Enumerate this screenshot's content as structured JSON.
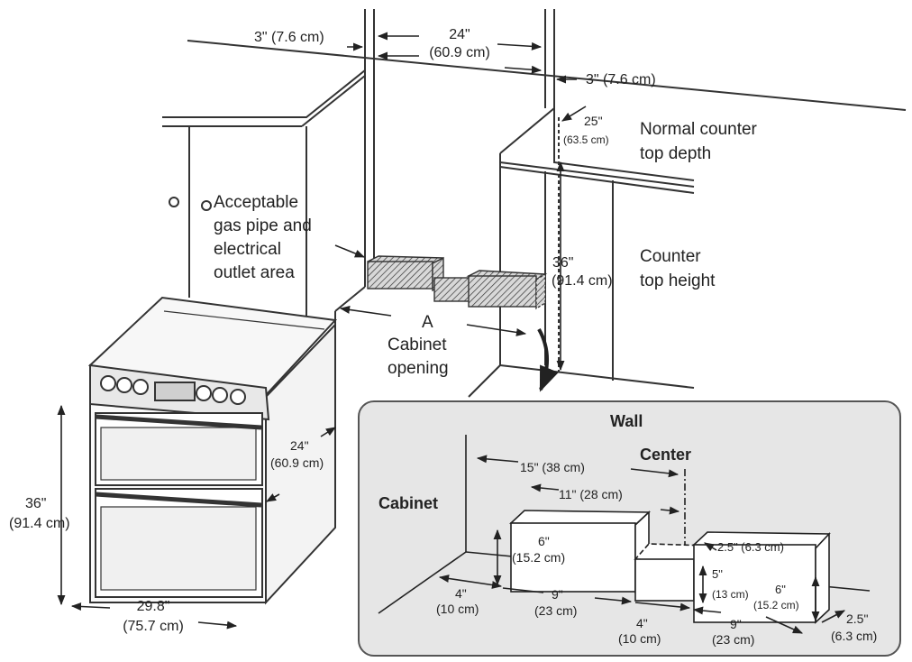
{
  "main": {
    "top_left_gap": "3\" (7.6 cm)",
    "top_width": "24\"",
    "top_width_cm": "(60.9 cm)",
    "top_right_gap": "3\" (7.6 cm)",
    "depth_in": "25\"",
    "depth_cm": "(63.5 cm)",
    "depth_caption_1": "Normal counter",
    "depth_caption_2": "top depth",
    "area_1": "Acceptable",
    "area_2": "gas pipe and",
    "area_3": "electrical",
    "area_4": "outlet area",
    "counter_h_in": "36\"",
    "counter_h_cm": "(91.4 cm)",
    "counter_h_caption_1": "Counter",
    "counter_h_caption_2": "top height",
    "opening_letter": "A",
    "opening_1": "Cabinet",
    "opening_2": "opening",
    "range_depth_in": "24\"",
    "range_depth_cm": "(60.9 cm)",
    "range_h_in": "36\"",
    "range_h_cm": "(91.4 cm)",
    "range_w_in": "29.8\"",
    "range_w_cm": "(75.7 cm)"
  },
  "inset": {
    "wall": "Wall",
    "center": "Center",
    "cabinet": "Cabinet",
    "dim_15": "15\" (38 cm)",
    "dim_11": "11\" (28 cm)",
    "box1_h_in": "6\"",
    "box1_h_cm": "(15.2 cm)",
    "left_gap_in": "4\"",
    "left_gap_cm": "(10 cm)",
    "box1_w_in": "9\"",
    "box1_w_cm": "(23 cm)",
    "mid_gap_in": "4\"",
    "mid_gap_cm": "(10 cm)",
    "box2_w_in": "9\"",
    "box2_w_cm": "(23 cm)",
    "box2_depth": "2.5\" (6.3 cm)",
    "box2_h5_in": "5\"",
    "box2_h5_cm": "(13 cm)",
    "box2_h6_in": "6\"",
    "box2_h6_cm": "(15.2 cm)",
    "front_gap_in": "2.5\"",
    "front_gap_cm": "(6.3 cm)"
  }
}
